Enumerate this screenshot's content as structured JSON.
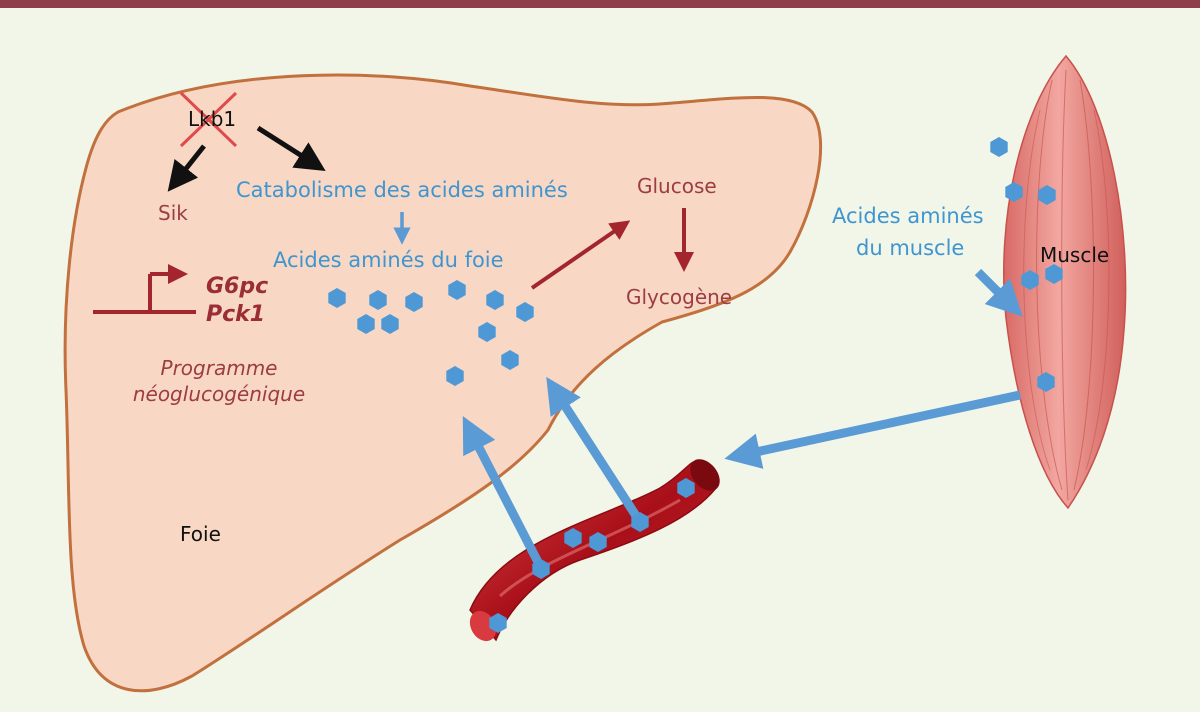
{
  "labels": {
    "lkb1": "Lkb1",
    "sik": "Sik",
    "catabolism": "Catabolisme des acides aminés",
    "liver_amino_acids": "Acides aminés du foie",
    "glucose": "Glucose",
    "glycogen": "Glycogène",
    "gene_1": "G6pc",
    "gene_2": "Pck1",
    "program_line1": "Programme",
    "program_line2": "néoglucogénique",
    "liver": "Foie",
    "muscle_amino_acids_line1": "Acides aminés",
    "muscle_amino_acids_line2": "du muscle",
    "muscle": "Muscle"
  },
  "colors": {
    "background": "#f1f6e8",
    "top_bar": "#8f3d4b",
    "liver_fill": "#f8d8c4",
    "liver_outline": "#c2703d",
    "amino_acid": "#4f98d6",
    "blue_arrow": "#5b9bd5",
    "red_arrow": "#a3262f",
    "black_arrow": "#111111",
    "knockout_cross": "#e04a4a",
    "muscle": "#e58a84",
    "vessel": "#b8141c"
  }
}
